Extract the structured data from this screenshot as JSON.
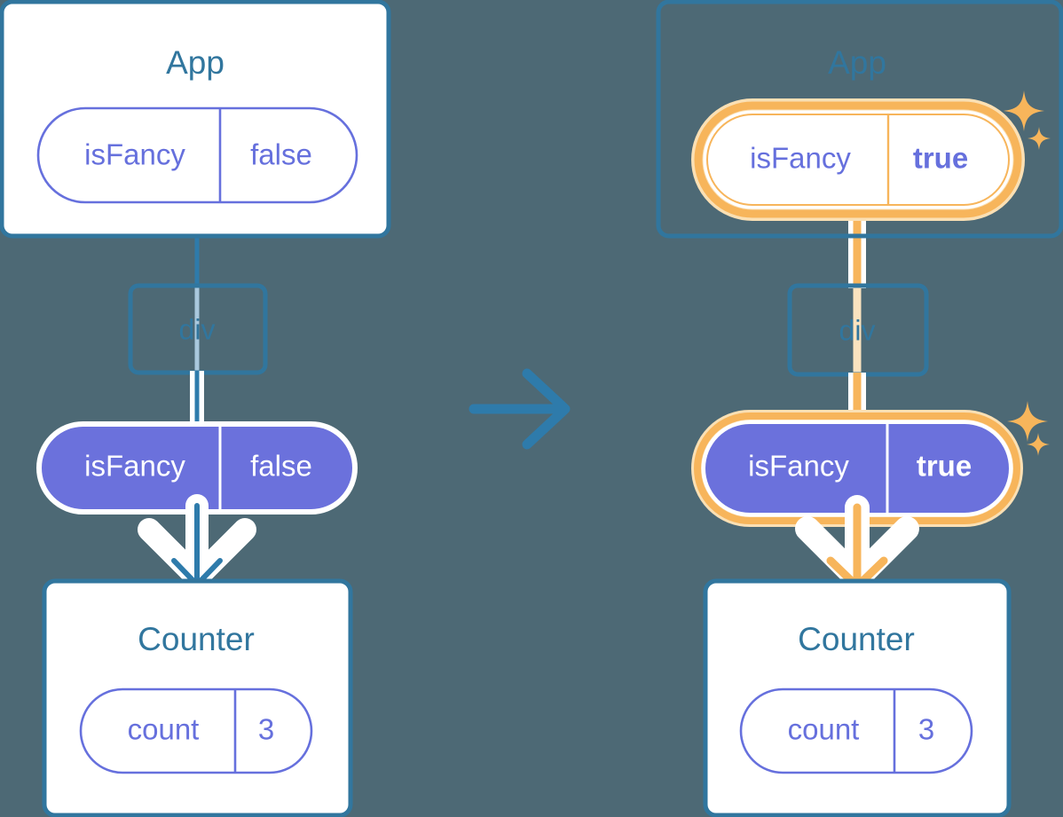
{
  "background_color": "#4d6975",
  "palette": {
    "box_border": "#31769e",
    "box_fill": "#ffffff",
    "title_text": "#31769e",
    "pill_purple": "#6b71dc",
    "pill_outline_purple": "#6670dd",
    "highlight_orange": "#f7b55b",
    "highlight_glow": "#fbe0b4",
    "wire_blue": "#2e7bab",
    "wire_white": "#ffffff"
  },
  "transition": {
    "icon": "arrow-right-icon",
    "label": "",
    "color": "#2e7bab"
  },
  "panels": [
    {
      "id": "before",
      "app": {
        "title": "App",
        "state_pill": {
          "key": "isFancy",
          "value": "false",
          "style": "outline",
          "highlighted": false,
          "value_bold": false
        }
      },
      "div": {
        "label": "div"
      },
      "prop_pill": {
        "key": "isFancy",
        "value": "false",
        "style": "solid",
        "highlighted": false,
        "value_bold": false
      },
      "counter": {
        "title": "Counter",
        "state_pill": {
          "key": "count",
          "value": "3",
          "style": "outline",
          "highlighted": false,
          "value_bold": false
        }
      },
      "wire_color": "#2e7bab",
      "sparkles": false
    },
    {
      "id": "after",
      "app": {
        "title": "App",
        "state_pill": {
          "key": "isFancy",
          "value": "true",
          "style": "outline",
          "highlighted": true,
          "value_bold": true
        }
      },
      "div": {
        "label": "div"
      },
      "prop_pill": {
        "key": "isFancy",
        "value": "true",
        "style": "solid",
        "highlighted": true,
        "value_bold": true
      },
      "counter": {
        "title": "Counter",
        "state_pill": {
          "key": "count",
          "value": "3",
          "style": "outline",
          "highlighted": false,
          "value_bold": false
        }
      },
      "wire_color": "#f7b55b",
      "sparkles": true
    }
  ]
}
